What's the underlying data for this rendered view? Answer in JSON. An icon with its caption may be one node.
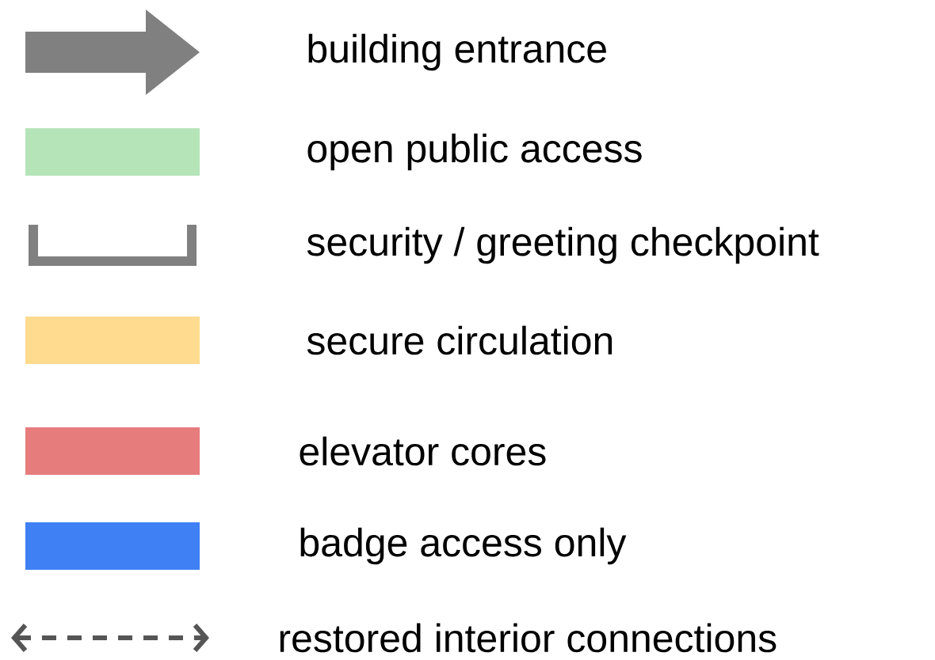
{
  "diagram": {
    "legend": [
      {
        "text": "building entrance"
      },
      {
        "text": "open public access",
        "color": "#b5e4b8"
      },
      {
        "text": "security / greeting checkpoint"
      },
      {
        "text": "secure circulation",
        "color": "#ffdb8f"
      },
      {
        "text": "elevator cores",
        "color": "#e67c7c"
      },
      {
        "text": "badge access only",
        "color": "#3f80f4"
      },
      {
        "text": "restored interior connections"
      }
    ]
  }
}
